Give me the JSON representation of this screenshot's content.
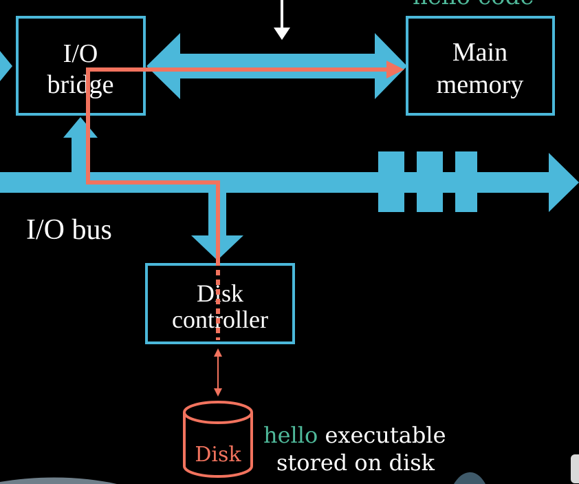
{
  "colors": {
    "background": "#000000",
    "bus": "#4bb8da",
    "data_path": "#f2735e",
    "highlight_text": "#4fb99a",
    "text": "#ffffff"
  },
  "top_caption_partial": "hello code",
  "nodes": {
    "io_bridge": {
      "line1": "I/O",
      "line2": "bridge"
    },
    "main_memory": {
      "line1": "Main",
      "line2": "memory"
    },
    "disk_controller": {
      "line1": "Disk",
      "line2": "controller"
    },
    "disk": {
      "label": "Disk"
    }
  },
  "io_bus_label": "I/O bus",
  "disk_caption": {
    "highlight": "hello",
    "rest_line1": " executable",
    "line2": "stored on disk"
  }
}
